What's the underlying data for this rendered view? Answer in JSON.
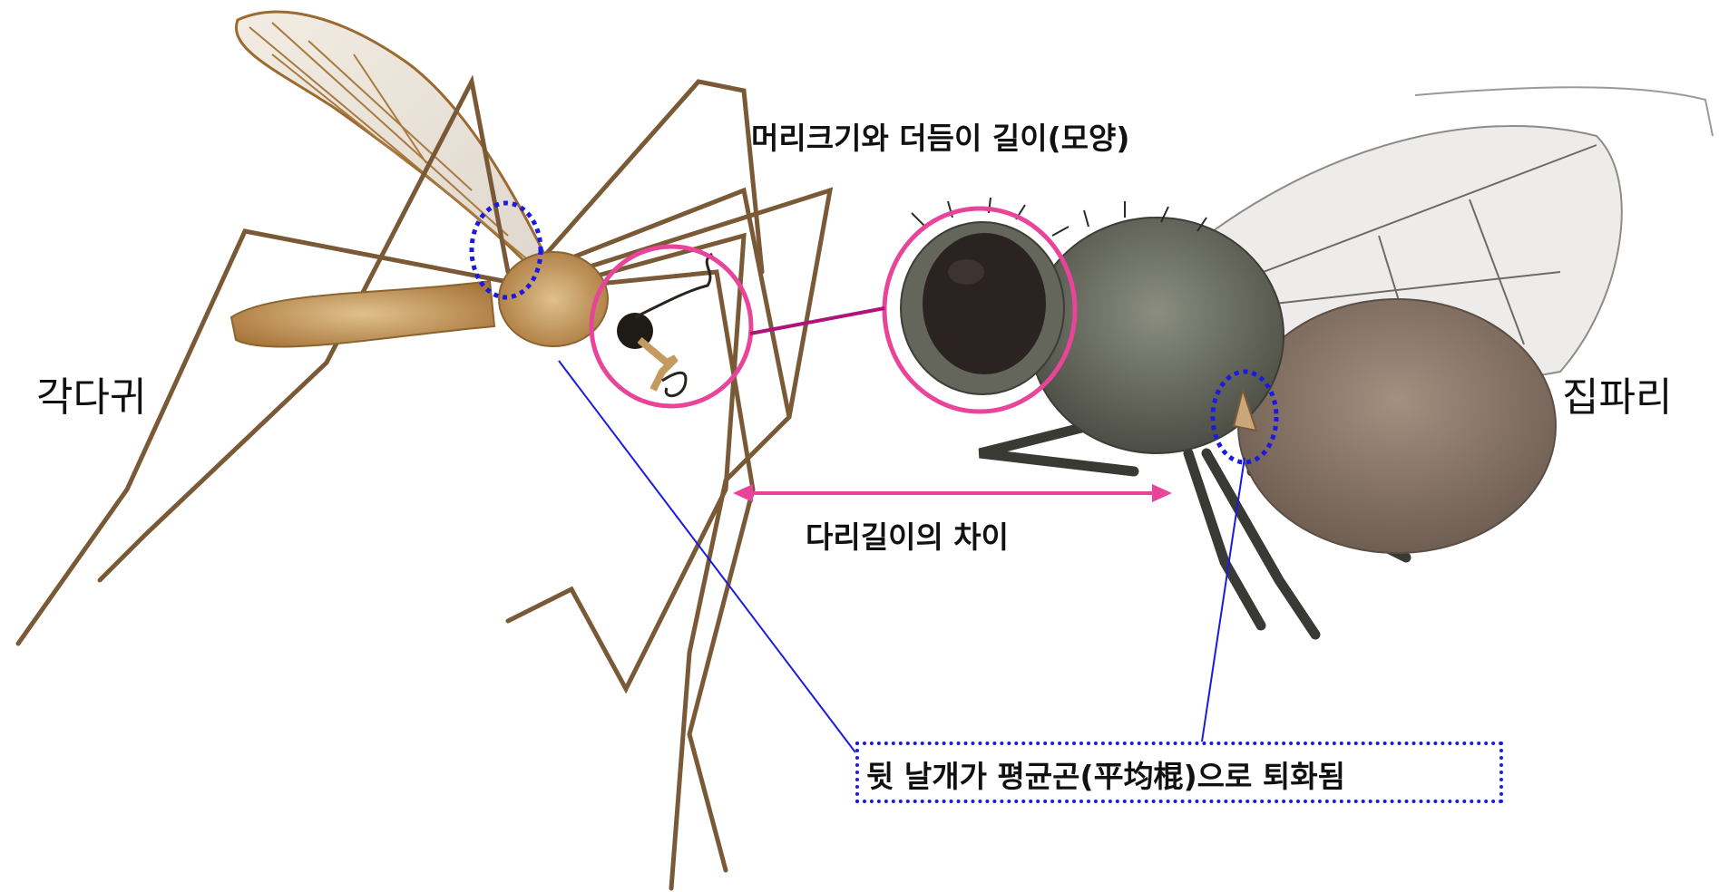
{
  "labels": {
    "crane_fly": "각다귀",
    "house_fly": "집파리",
    "head_thorax": "머리크기와 더듬이 길이(모양)",
    "leg_length": "다리길이의 차이",
    "halteres": "뒷 날개가 평균곤(平均棍)으로 퇴화됨"
  },
  "colors": {
    "highlight_circle": "#e8449a",
    "arrow": "#e8449a",
    "connector": "#b0127a",
    "halter_marker": "#1a1ae0",
    "crane_body": "#b8894a",
    "crane_leg": "#7a5a36",
    "fly_body": "#6b6e63",
    "fly_abdomen": "#8a7364"
  },
  "icons": [
    "crane-fly-illustration",
    "house-fly-illustration"
  ]
}
